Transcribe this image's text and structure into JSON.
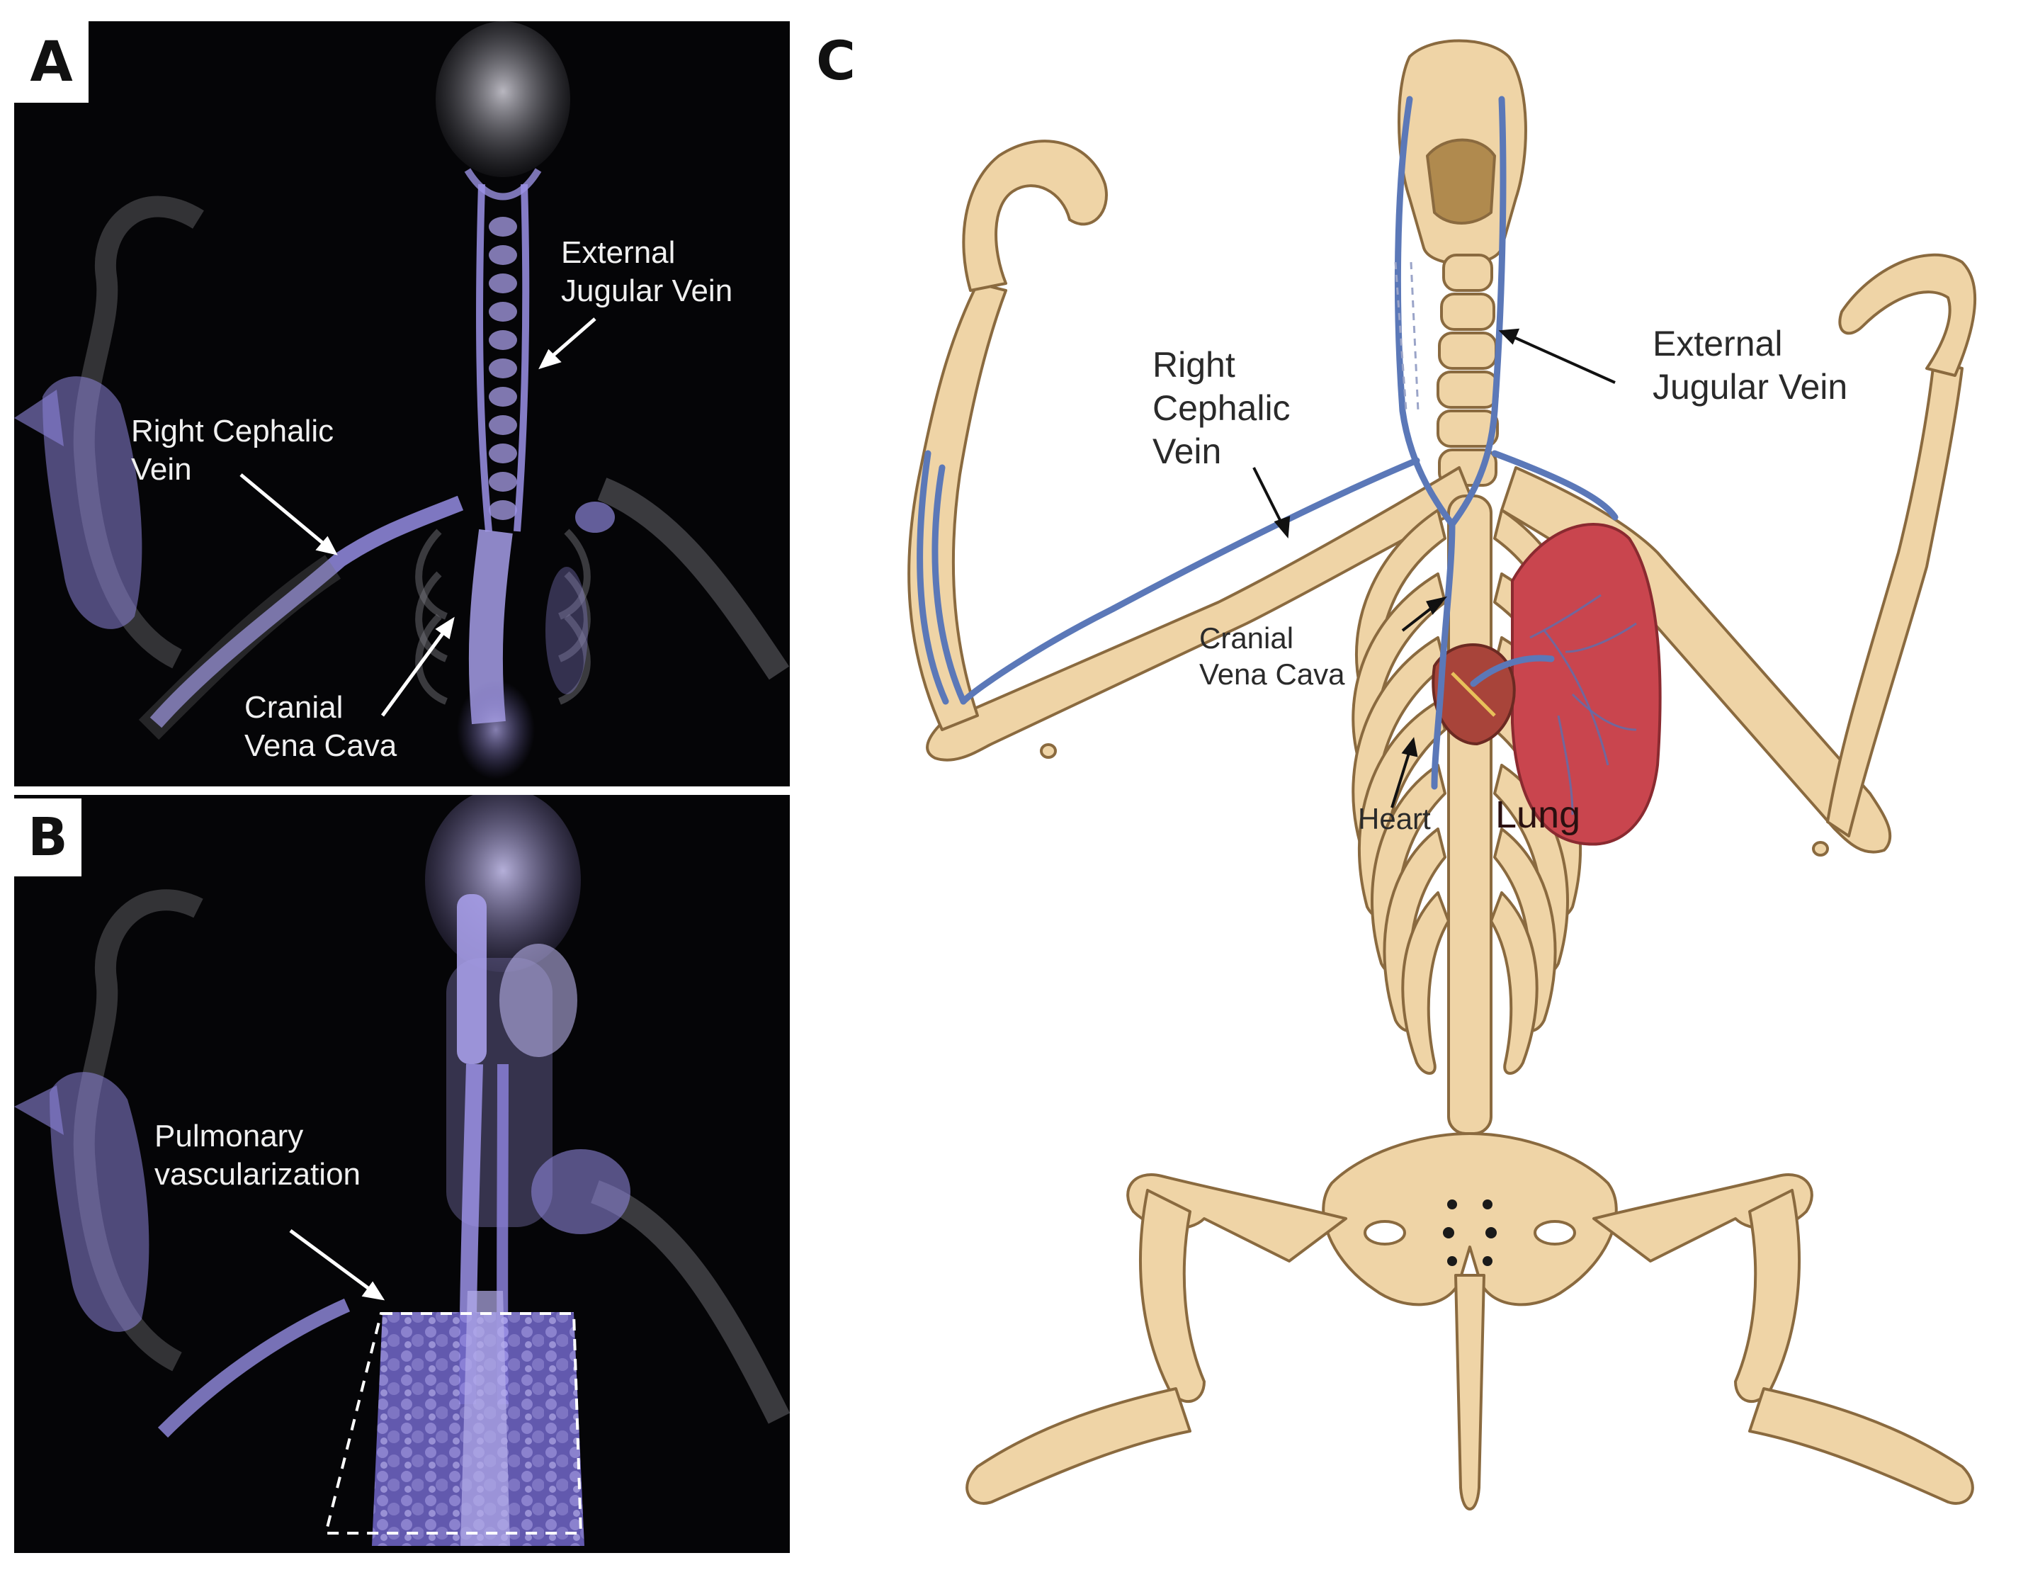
{
  "panels": {
    "A": {
      "letter": "A",
      "labels": {
        "external_jugular": [
          "External",
          "Jugular Vein"
        ],
        "right_cephalic": [
          "Right Cephalic",
          "Vein"
        ],
        "cranial_vena_cava": [
          "Cranial",
          "Vena Cava"
        ]
      }
    },
    "B": {
      "letter": "B",
      "labels": {
        "pulmonary": [
          "Pulmonary",
          "vascularization"
        ]
      }
    },
    "C": {
      "letter": "C",
      "labels": {
        "right_cephalic": [
          "Right",
          "Cephalic",
          "Vein"
        ],
        "external_jugular": [
          "External",
          "Jugular Vein"
        ],
        "cranial_vena_cava": [
          "Cranial",
          "Vena Cava"
        ],
        "heart": "Heart",
        "lung": "Lung"
      }
    }
  },
  "colors": {
    "ct_background": "#050507",
    "contrast_agent": "#8f86e0",
    "bone": "#efd4a6",
    "bone_outline": "#8a6a3f",
    "vein": "#5b78b8",
    "lung": "#c9454e",
    "heart": "#a8443a"
  }
}
